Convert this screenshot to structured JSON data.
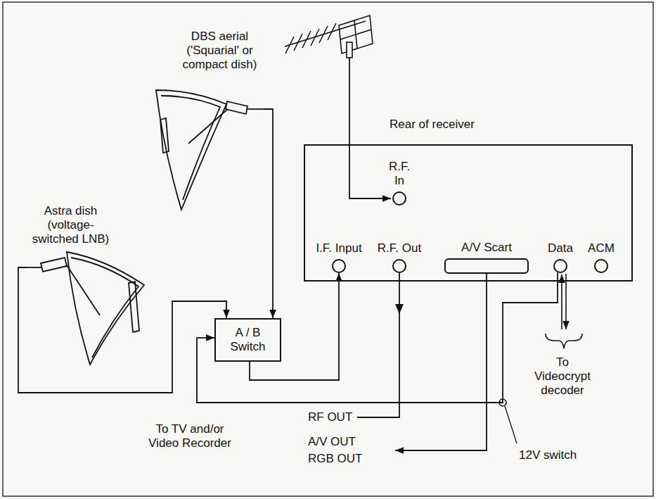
{
  "diagram": {
    "nodes": [
      {
        "text": [
          "Astra dish (voltage-switched LNB)"
        ]
      },
      {
        "text": [
          "DBS aerial ('Squarial' or compact dish)"
        ]
      },
      {
        "text": [
          "Rear of receiver"
        ]
      },
      {
        "text": [
          "R.F. In"
        ],
        "in": 2
      },
      {
        "text": [
          "I.F. Input"
        ],
        "in": 2
      },
      {
        "text": [
          "R.F. Out"
        ],
        "in": 2
      },
      {
        "text": [
          "A/V Scart"
        ],
        "in": 2
      },
      {
        "text": [
          "Data"
        ],
        "in": 2
      },
      {
        "text": [
          "ACM"
        ],
        "in": 2
      },
      {
        "text": [
          "A / B Switch"
        ]
      }
    ],
    "edges": [
      {
        "from": 0,
        "to": 9,
        "arrow": "to"
      },
      {
        "from": 1,
        "to": 9,
        "arrow": "to"
      },
      {
        "from": 9,
        "to": 4,
        "arrow": "to"
      },
      {
        "from": 7,
        "to": 9,
        "arrow": "to"
      }
    ],
    "labels": [
      "To TV and/or Video Recorder",
      "RF OUT",
      "A/V OUT",
      "RGB OUT",
      "12V switch",
      "To Videocrypt decoder"
    ]
  }
}
